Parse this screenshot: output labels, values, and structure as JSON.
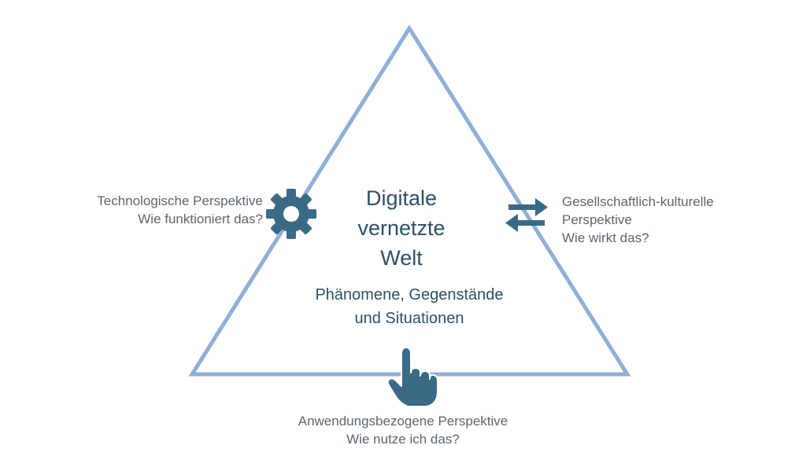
{
  "center": {
    "title_lines": [
      "Digitale",
      "vernetzte",
      "Welt"
    ],
    "subtitle_lines": [
      "Phänomene, Gegenstände",
      "und Situationen"
    ]
  },
  "perspectives": {
    "technological": {
      "lines": [
        "Technologische Perspektive",
        "Wie funktioniert das?"
      ],
      "icon": "gear-icon"
    },
    "societal": {
      "lines": [
        "Gesellschaftlich-kulturelle",
        "Perspektive",
        "Wie wirkt das?"
      ],
      "icon": "swap-arrows-icon"
    },
    "application": {
      "lines": [
        "Anwendungsbezogene Perspektive",
        "Wie nutze ich das?"
      ],
      "icon": "pointing-hand-icon"
    }
  },
  "colors": {
    "triangle_stroke": "#8fb0d6",
    "icon_fill": "#3a6a86",
    "text_dark": "#2d5068",
    "text_gray": "#5a6670"
  }
}
